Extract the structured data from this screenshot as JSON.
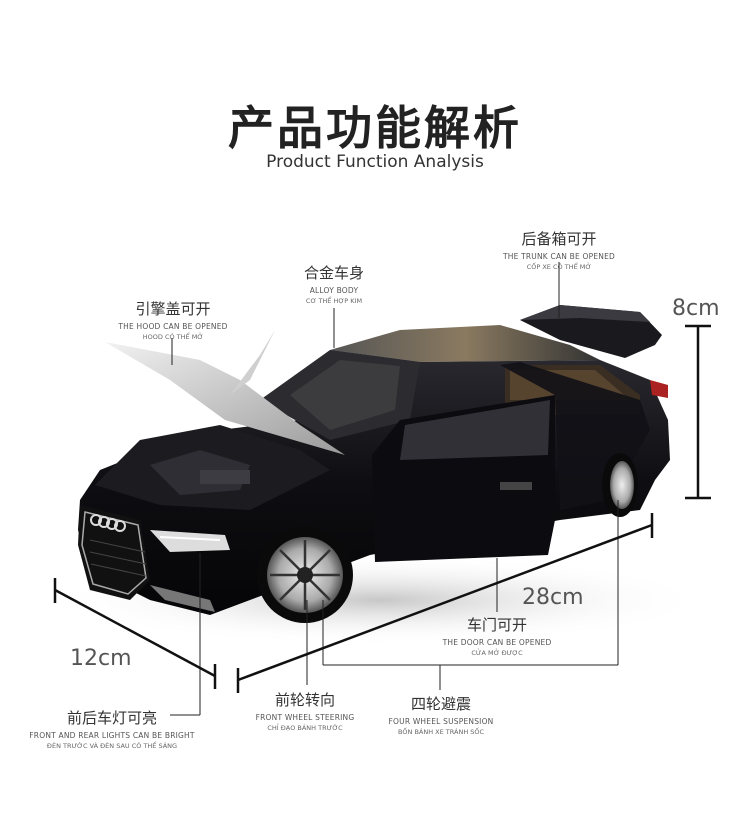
{
  "header": {
    "title": "产品功能解析",
    "subtitle": "Product Function Analysis"
  },
  "features": {
    "hood": {
      "zh": "引擎盖可开",
      "en": "THE HOOD CAN BE OPENED",
      "vi": "HOOD CÓ THỂ MỞ"
    },
    "body": {
      "zh": "合金车身",
      "en": "ALLOY BODY",
      "vi": "CƠ THỂ HỢP KIM"
    },
    "trunk": {
      "zh": "后备箱可开",
      "en": "THE TRUNK CAN BE OPENED",
      "vi": "CỐP XE CÓ THỂ MỞ"
    },
    "door": {
      "zh": "车门可开",
      "en": "THE DOOR CAN BE OPENED",
      "vi": "CỬA MỞ ĐƯỢC"
    },
    "lights": {
      "zh": "前后车灯可亮",
      "en": "FRONT AND REAR LIGHTS CAN BE BRIGHT",
      "vi": "ĐÈN TRƯỚC VÀ ĐÈN SAU CÓ THỂ SÁNG"
    },
    "steering": {
      "zh": "前轮转向",
      "en": "FRONT WHEEL STEERING",
      "vi": "CHỈ ĐẠO BÁNH TRƯỚC"
    },
    "suspension": {
      "zh": "四轮避震",
      "en": "FOUR WHEEL SUSPENSION",
      "vi": "BỐN BÁNH XE TRÁNH SỐC"
    }
  },
  "dimensions": {
    "height": "8cm",
    "length": "28cm",
    "width": "12cm"
  },
  "colors": {
    "car_body": "#0e0e12",
    "line": "#222222"
  }
}
